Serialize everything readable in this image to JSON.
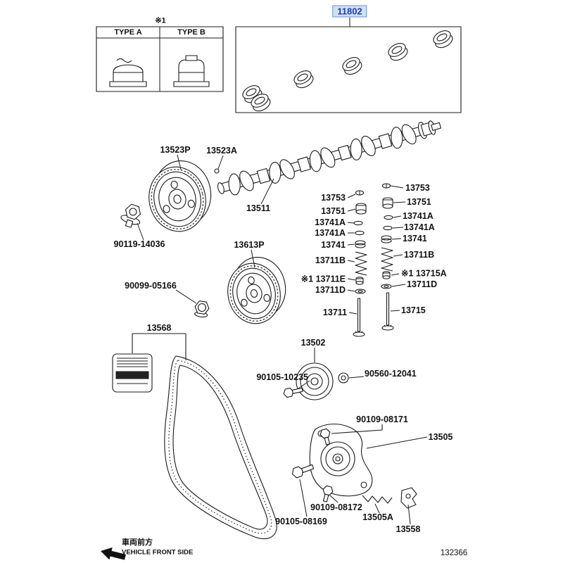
{
  "header": {
    "note": "※1",
    "type_a": "TYPE A",
    "type_b": "TYPE B",
    "selected_part": "11802"
  },
  "parts": {
    "cam_pulley_no1": "13523P",
    "pulley_washer": "13523A",
    "pulley_bolt": "90119-14036",
    "camshaft_no1": "13511",
    "cam_pulley_no2": "13613P",
    "pulley_nut": "90099-05166",
    "timing_belt": "13568",
    "idler_no1": "13502",
    "idler_bolt": "90105-10235",
    "idler_washer": "90560-12041",
    "tensioner_bolt_upper": "90109-08171",
    "tensioner": "13505",
    "tensioner_bolt_lower": "90109-08172",
    "tensioner_bolt_front": "90105-08169",
    "tensioner_spring": "13505A",
    "belt_guide": "13558"
  },
  "valve_left": {
    "retainer_lock": "13753",
    "spring_retainer": "13751",
    "seat_upper": "13741A",
    "seat_lower": "13741A",
    "spring_seat": "13741",
    "valve_spring": "13711B",
    "stem_seal": "※1 13711E",
    "spring_seat_lower": "13711D",
    "valve": "13711"
  },
  "valve_right": {
    "retainer_lock": "13753",
    "spring_retainer": "13751",
    "seat_upper": "13741A",
    "seat_lower": "13741A",
    "spring_seat": "13741",
    "valve_spring": "13711B",
    "stem_seal": "※1 13715A",
    "spring_seat_lower": "13711D",
    "valve": "13715"
  },
  "footer": {
    "drawing_code": "132366",
    "front_jp": "車両前方",
    "front_en": "VEHICLE FRONT SIDE"
  },
  "colors": {
    "highlight_text": "#1f3bbf",
    "highlight_bg": "#cfe2f3",
    "highlight_border": "#6b8fd8",
    "line": "#1a1a1a"
  }
}
